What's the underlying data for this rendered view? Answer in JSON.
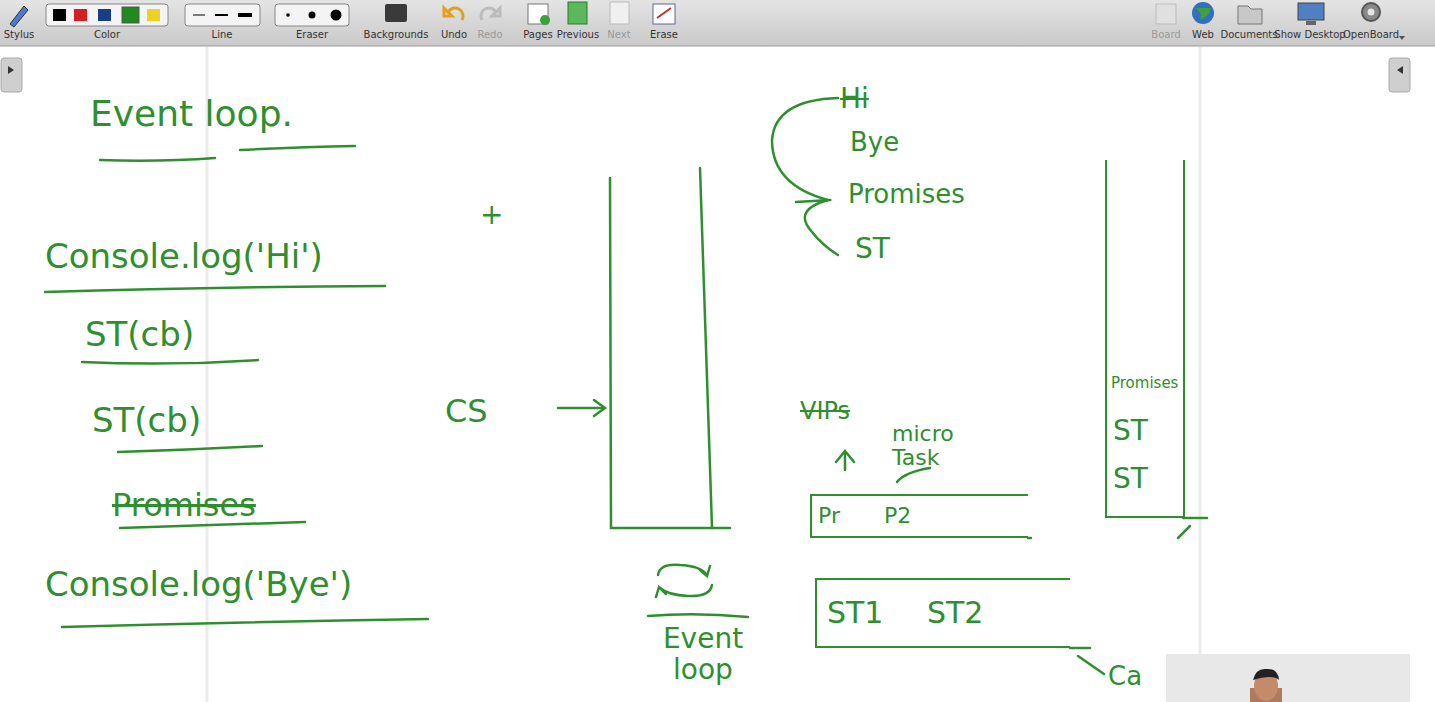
{
  "diagram": {
    "title": "Event loop.",
    "nodes": [
      {
        "text": [
          "micro Task",
          "Pr",
          "P2"
        ]
      },
      {
        "text": [
          "ST1",
          "ST2"
        ]
      },
      {
        "text": [
          "Promises",
          "ST",
          "ST"
        ]
      }
    ],
    "labels": [
      "Stylus",
      "Color",
      "Line",
      "Eraser",
      "Backgrounds",
      "Undo",
      "Redo",
      "Pages",
      "Previous",
      "Next",
      "Erase",
      "Board",
      "Web",
      "Documents",
      "Show Desktop",
      "OpenBoard",
      "Console.log('Hi')",
      "ST(cb)",
      "ST(cb)",
      "Promises",
      "Console.log('Bye')",
      "+",
      "CS",
      "Hi",
      "Bye",
      "Promises",
      "ST",
      "VIPs",
      "Event loop",
      "Ca"
    ]
  }
}
